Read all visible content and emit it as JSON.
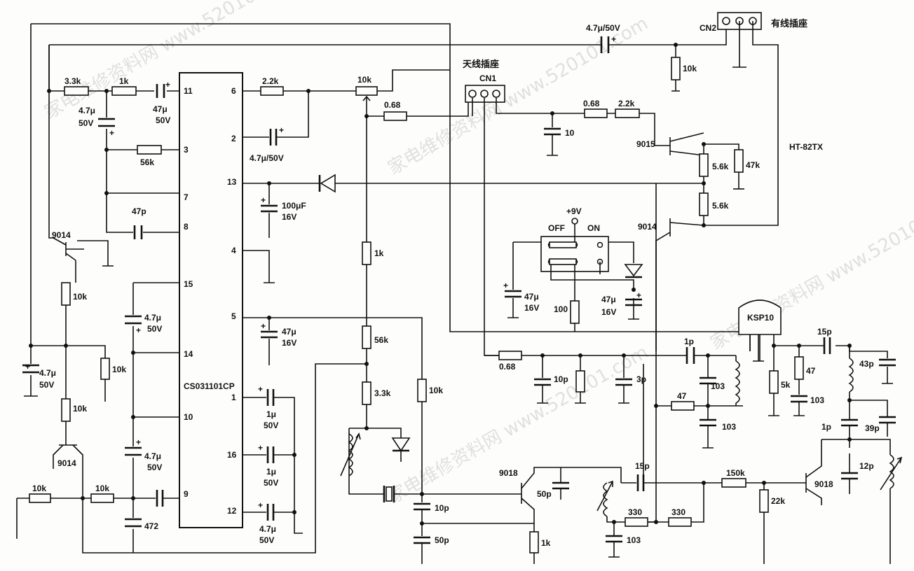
{
  "watermark": {
    "text": "家电维修资料网 www.520101.com"
  },
  "ic": {
    "part": "CS031101CP",
    "pins": {
      "p11": "11",
      "p3": "3",
      "p7": "7",
      "p8": "8",
      "p15": "15",
      "p14": "14",
      "p10": "10",
      "p9": "9",
      "p6": "6",
      "p2": "2",
      "p13": "13",
      "p4": "4",
      "p5": "5",
      "p1": "1",
      "p16": "16",
      "p12": "12"
    }
  },
  "connectors": {
    "cn1": {
      "ref": "CN1",
      "title": "天线插座"
    },
    "cn2": {
      "ref": "CN2",
      "title": "有线插座"
    }
  },
  "model": "HT-82TX",
  "power": {
    "supply": "+9V",
    "off": "OFF",
    "on": "ON"
  },
  "transistors": {
    "q9015": "9015",
    "q9014a": "9014",
    "q9014b": "9014",
    "q9014c": "9014",
    "q9018a": "9018",
    "q9018b": "9018"
  },
  "module": "KSP10",
  "labels": {
    "r33k": "3.3k",
    "r1k_top": "1k",
    "c47u_11": "47μ",
    "c47u_11v": "50V",
    "c47_left": "4.7μ",
    "c47_left_v": "50V",
    "r56k": "56k",
    "c47p": "47p",
    "r10k_q": "10k",
    "c47u_b": "4.7μ",
    "c47u_b_v": "50V",
    "r10k_b": "10k",
    "r10k_c": "10k",
    "r10k_in1": "10k",
    "r10k_in2": "10k",
    "c472": "472",
    "c47u_15": "4.7μ",
    "c47u_15v": "50V",
    "c47u_10": "4.7μ",
    "c47u_10v": "50V",
    "r22k_6": "2.2k",
    "c47u_2": "4.7μ/50V",
    "r10k_pot": "10k",
    "r068_a": "0.68",
    "c100u": "100μF",
    "c100u_v": "16V",
    "c47u_5": "47μ",
    "c47u_5v": "16V",
    "c1u_1": "1μ",
    "c1u_1v": "50V",
    "c1u_16": "1μ",
    "c1u_16v": "50V",
    "c47u_12": "4.7μ",
    "c47u_12v": "50V",
    "r1k_mid": "1k",
    "r56k_mid": "56k",
    "r33k_mid": "3.3k",
    "r10k_mid": "10k",
    "c10p_x": "10p",
    "c50p_x": "50p",
    "c50p_q": "50p",
    "r1k_e": "1k",
    "c47u_top": "4.7μ/50V",
    "r10k_cn2": "10k",
    "c10": "10",
    "r068_b": "0.68",
    "r22k_b": "2.2k",
    "r56k_q1": "5.6k",
    "r47k": "47k",
    "r56k_q2": "5.6k",
    "c47u_sw1": "47μ",
    "c47u_sw1v": "16V",
    "r100": "100",
    "c47u_sw2": "47μ",
    "c47u_sw2v": "16V",
    "r068_c": "0.68",
    "c10p_b": "10p",
    "c3p": "3p",
    "c1p_a": "1p",
    "c103_a": "103",
    "r47_a": "47",
    "c103_b": "103",
    "c15p_a": "15p",
    "r5k": "5k",
    "r47_b": "47",
    "c103_c": "103",
    "c43p": "43p",
    "c1p_b": "1p",
    "c39p": "39p",
    "c12p": "12p",
    "c15p_b": "15p",
    "r150k": "150k",
    "r22k": "22k",
    "r330_a": "330",
    "r330_b": "330",
    "c103_d": "103"
  }
}
